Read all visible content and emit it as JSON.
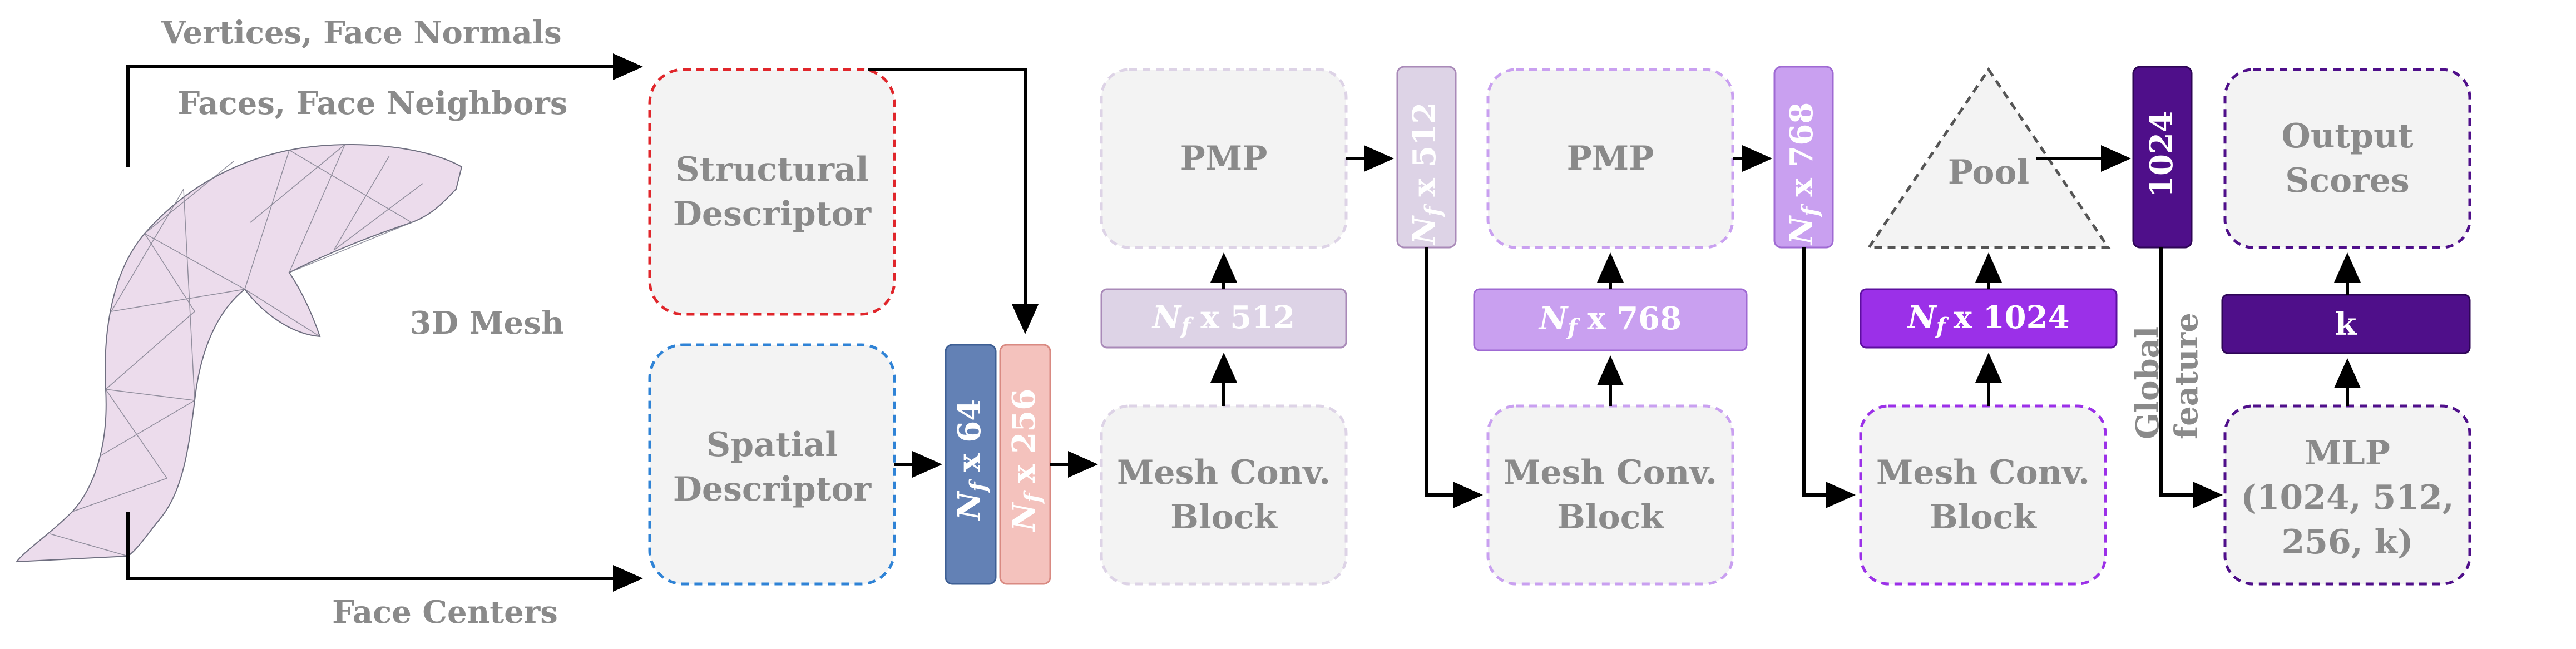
{
  "inputs": {
    "vertices_normals": "Vertices, Face Normals",
    "faces_neighbors": "Faces, Face Neighbors",
    "face_centers": "Face Centers",
    "mesh": "3D Mesh"
  },
  "descriptors": {
    "structural": [
      "Structural",
      "Descriptor"
    ],
    "spatial": [
      "Spatial",
      "Descriptor"
    ]
  },
  "features": {
    "f64": {
      "sym": "N",
      "sub": "f",
      "dim": "x 64"
    },
    "f256": {
      "sym": "N",
      "sub": "f",
      "dim": "x 256"
    },
    "f512a": {
      "sym": "N",
      "sub": "f",
      "dim": "x 512"
    },
    "f512b": {
      "sym": "N",
      "sub": "f",
      "dim": "x 512"
    },
    "f768a": {
      "sym": "N",
      "sub": "f",
      "dim": "x 768"
    },
    "f768b": {
      "sym": "N",
      "sub": "f",
      "dim": "x 768"
    },
    "f1024": {
      "sym": "N",
      "sub": "f",
      "dim": "x 1024"
    },
    "global_dim": "1024",
    "k": "k"
  },
  "blocks": {
    "pmp1": "PMP",
    "pmp2": "PMP",
    "pool": "Pool",
    "conv1": [
      "Mesh Conv.",
      "Block"
    ],
    "conv2": [
      "Mesh Conv.",
      "Block"
    ],
    "conv3": [
      "Mesh Conv.",
      "Block"
    ],
    "output": [
      "Output",
      "Scores"
    ],
    "mlp": [
      "MLP",
      "(1024, 512,",
      "256, k)"
    ],
    "global_feature": [
      "Global",
      "feature"
    ]
  },
  "colors": {
    "structural_border": "#e0262b",
    "spatial_border": "#2f83d6",
    "feat64": "#6381b5",
    "feat256": "#f4c2bd",
    "stage1": "#ddd3e6",
    "stage2": "#c9a0f0",
    "stage3": "#9b30e8",
    "stage4": "#4f0f8a",
    "box_fill": "#f3f3f3",
    "text_gray": "#8a8a8a"
  }
}
